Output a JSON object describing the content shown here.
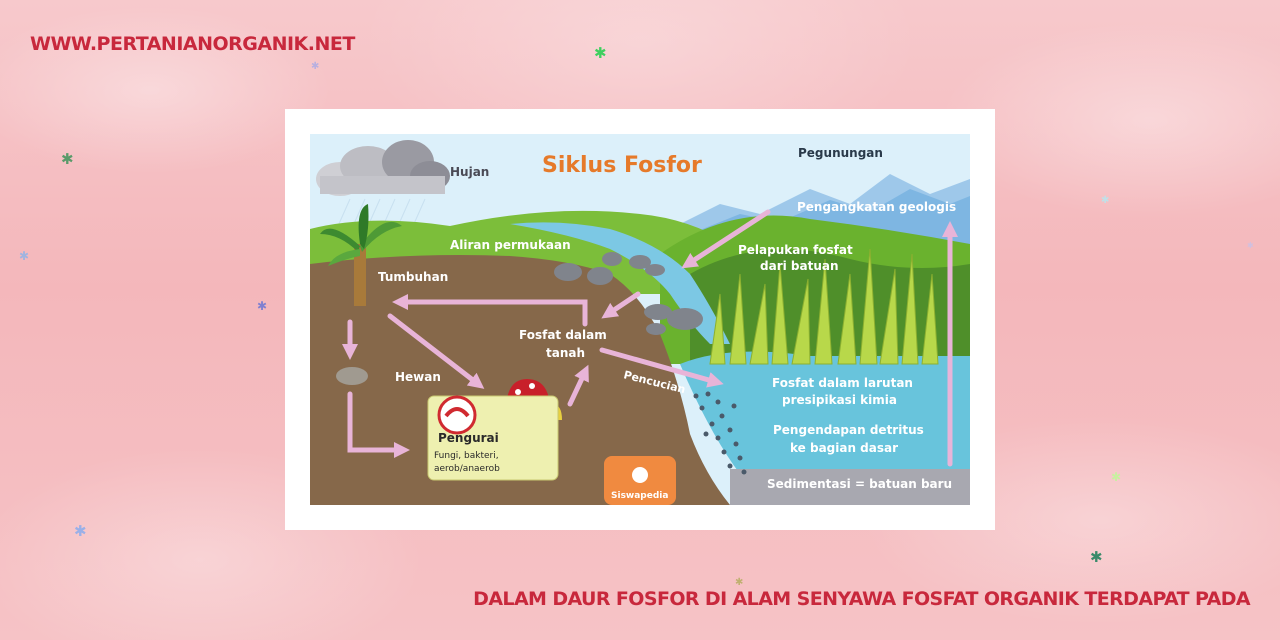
{
  "header": {
    "site_url": "WWW.PERTANIANORGANIK.NET"
  },
  "footer": {
    "caption": "DALAM DAUR FOSFOR DI ALAM SENYAWA FOSFAT ORGANIK TERDAPAT PADA"
  },
  "diagram": {
    "title": "Siklus Fosfor",
    "labels": {
      "hujan": "Hujan",
      "pegunungan": "Pegunungan",
      "pengangkatan": "Pengangkatan geologis",
      "aliran": "Aliran permukaan",
      "pelapukan_1": "Pelapukan fosfat",
      "pelapukan_2": "dari batuan",
      "tumbuhan": "Tumbuhan",
      "fosfat_tanah_1": "Fosfat dalam",
      "fosfat_tanah_2": "tanah",
      "hewan": "Hewan",
      "pencucian": "Pencucian",
      "larutan_1": "Fosfat dalam larutan",
      "larutan_2": "presipikasi kimia",
      "pengendapan_1": "Pengendapan detritus",
      "pengendapan_2": "ke bagian dasar",
      "pengurai": "Pengurai",
      "pengurai_sub_1": "Fungi, bakteri,",
      "pengurai_sub_2": "aerob/anaerob",
      "sedimentasi": "Sedimentasi = batuan baru",
      "logo": "Siswapedia"
    }
  },
  "colors": {
    "accent_red": "#c8283c",
    "arrow": "#e8b4d8",
    "soil": "#86684a",
    "water": "#68c4dc",
    "sky": "#dcf0fa",
    "title_orange": "#e67a2a"
  }
}
